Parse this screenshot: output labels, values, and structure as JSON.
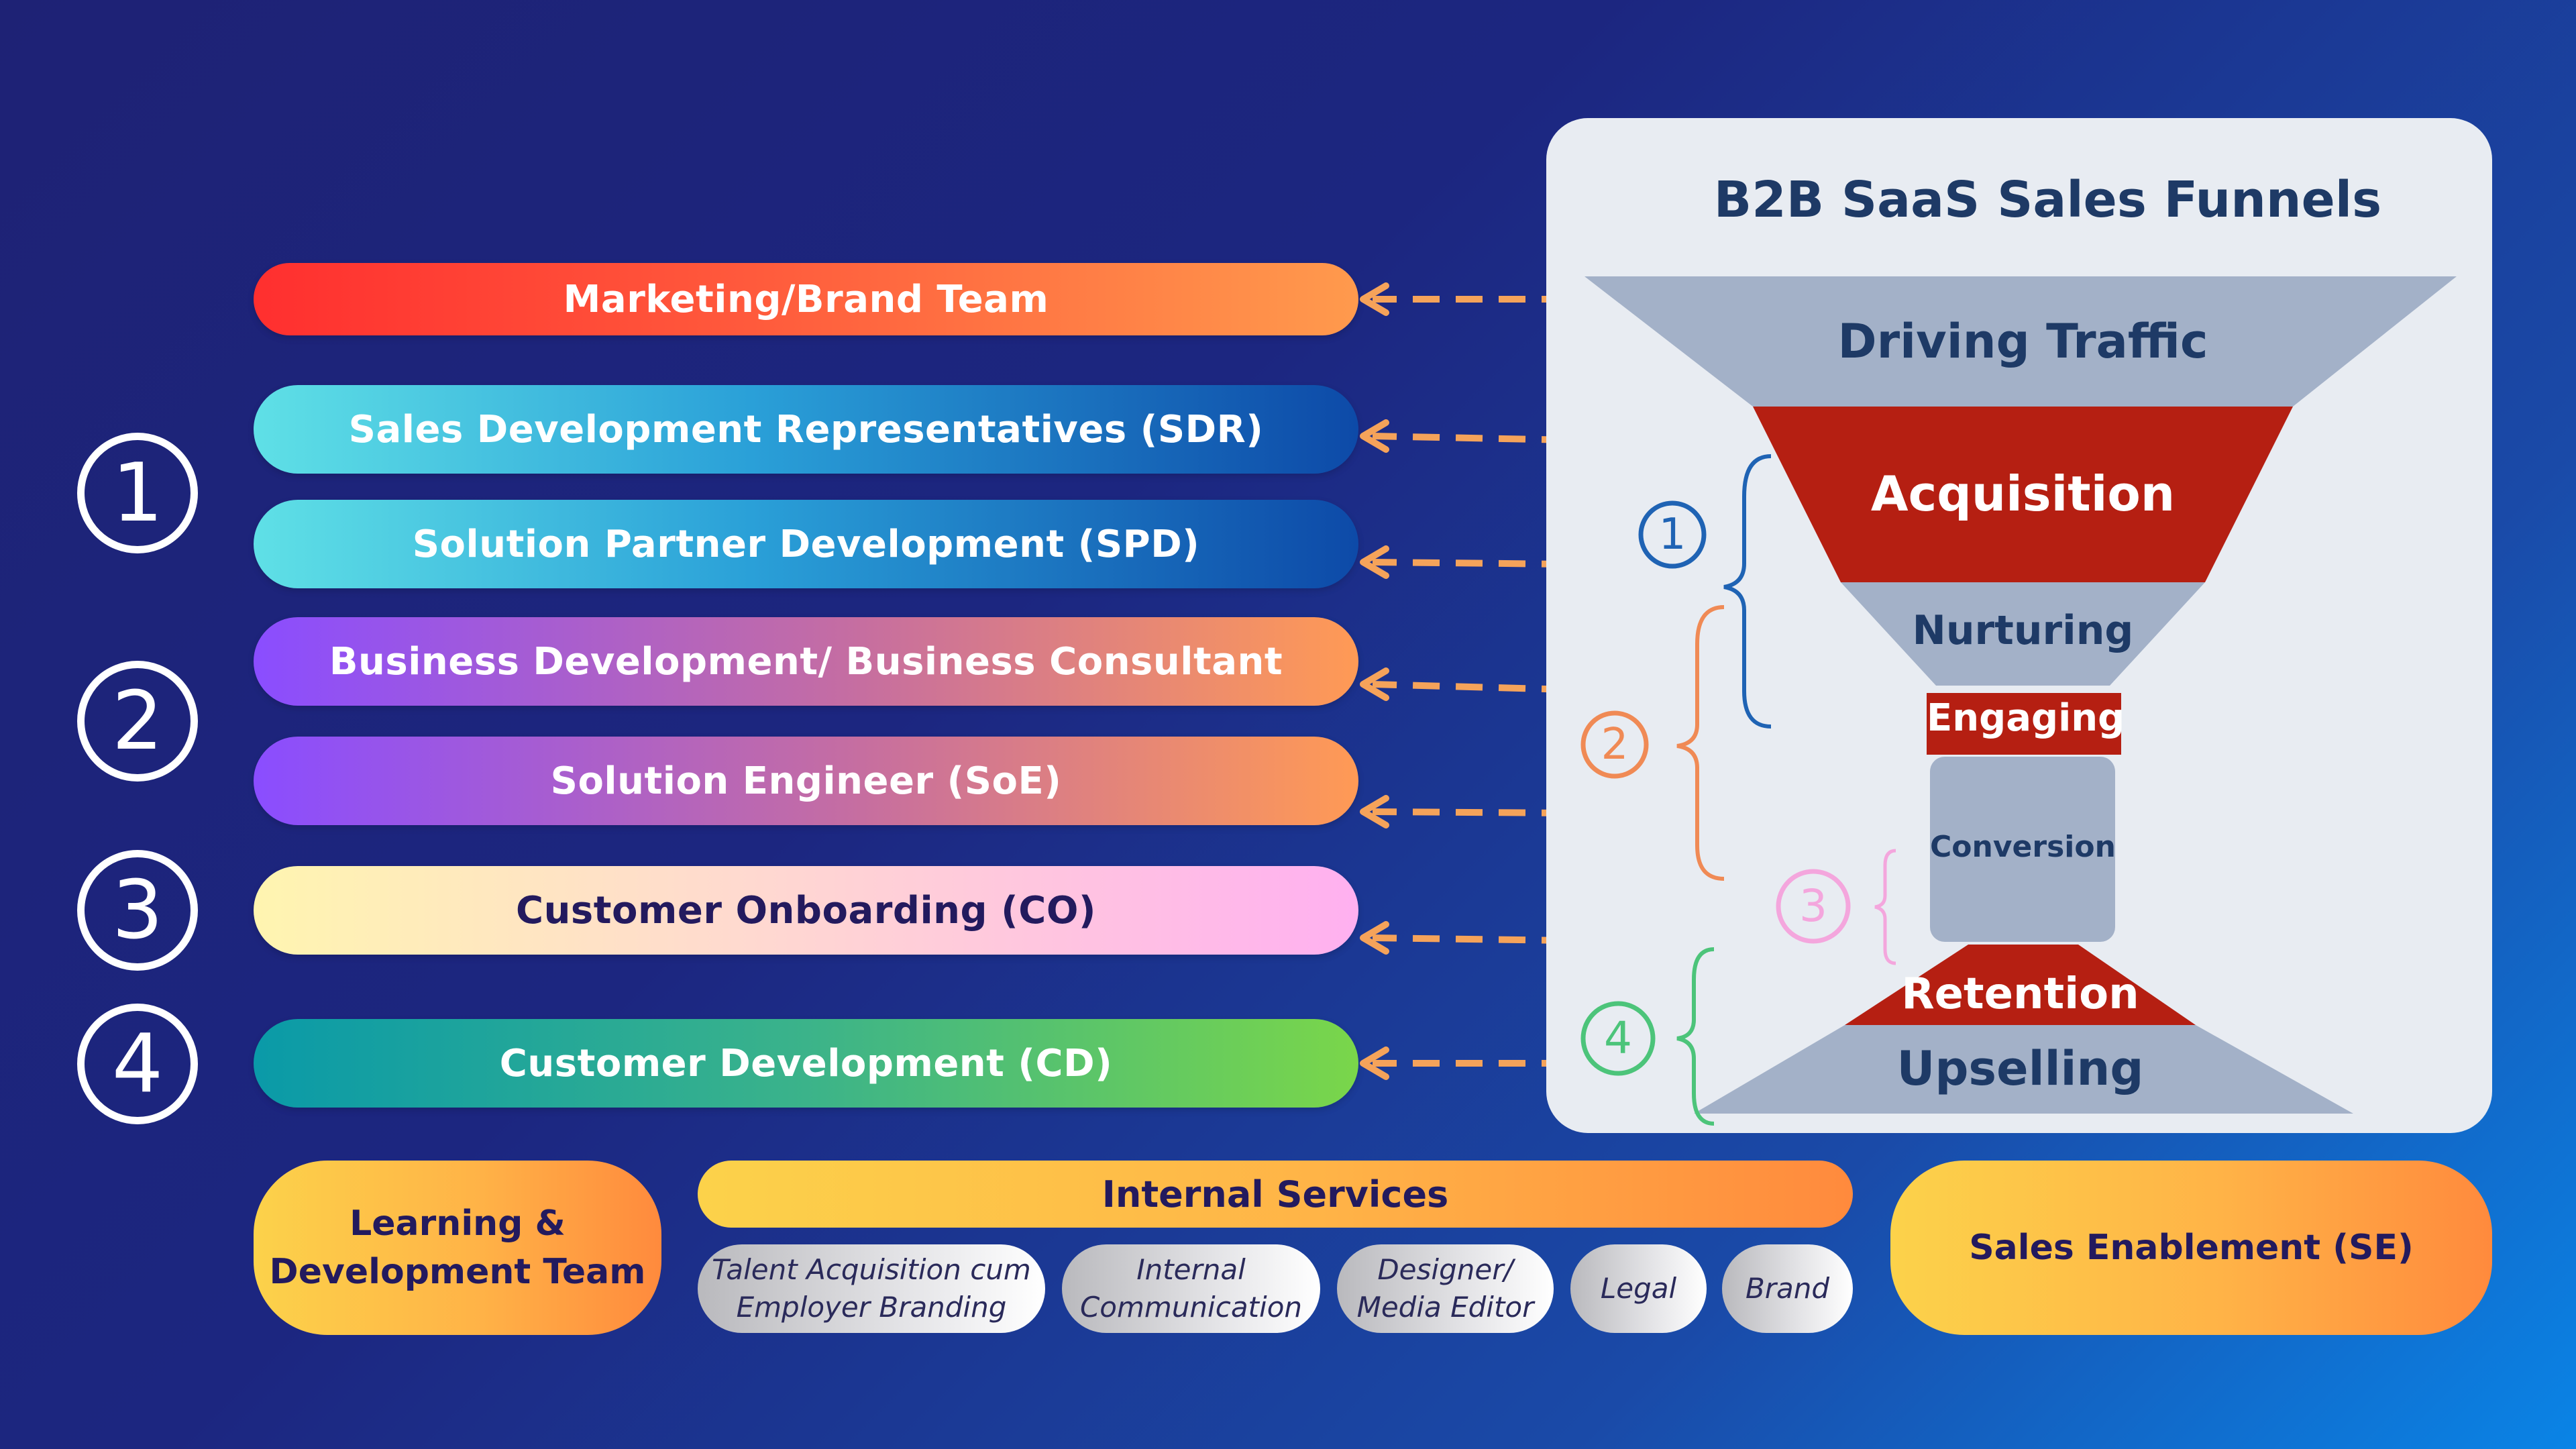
{
  "teams": {
    "marketing": "Marketing/Brand Team",
    "sdr": "Sales Development Representatives (SDR)",
    "spd": "Solution Partner Development (SPD)",
    "bd": "Business Development/ Business Consultant",
    "soe": "Solution Engineer (SoE)",
    "co": "Customer Onboarding (CO)",
    "cd": "Customer Development (CD)"
  },
  "stage_numbers": [
    "1",
    "2",
    "3",
    "4"
  ],
  "funnel": {
    "title": "B2B SaaS Sales Funnels",
    "stages": {
      "driving_traffic": "Driving Traffic",
      "acquisition": "Acquisition",
      "nurturing": "Nurturing",
      "engaging": "Engaging",
      "conversion": "Conversion",
      "retention": "Retention",
      "upselling": "Upselling"
    },
    "bracket_numbers": [
      "1",
      "2",
      "3",
      "4"
    ]
  },
  "bottom": {
    "learning": "Learning &\nDevelopment Team",
    "internal_services": "Internal Services",
    "chips": {
      "talent": "Talent Acquisition cum\nEmployer Branding",
      "internal_comm": "Internal\nCommunication",
      "designer": "Designer/\nMedia Editor",
      "legal": "Legal",
      "brand": "Brand"
    },
    "sales_enablement": "Sales Enablement (SE)"
  },
  "colors": {
    "funnel_gray": "#a3b1c8",
    "funnel_red": "#b51f12",
    "funnel_navy": "#1e3a66",
    "arrow": "#f5a35a",
    "bracket1": "#1f63b4",
    "bracket2": "#f08a55",
    "bracket3": "#f4a6dd",
    "bracket4": "#4cc47a"
  }
}
